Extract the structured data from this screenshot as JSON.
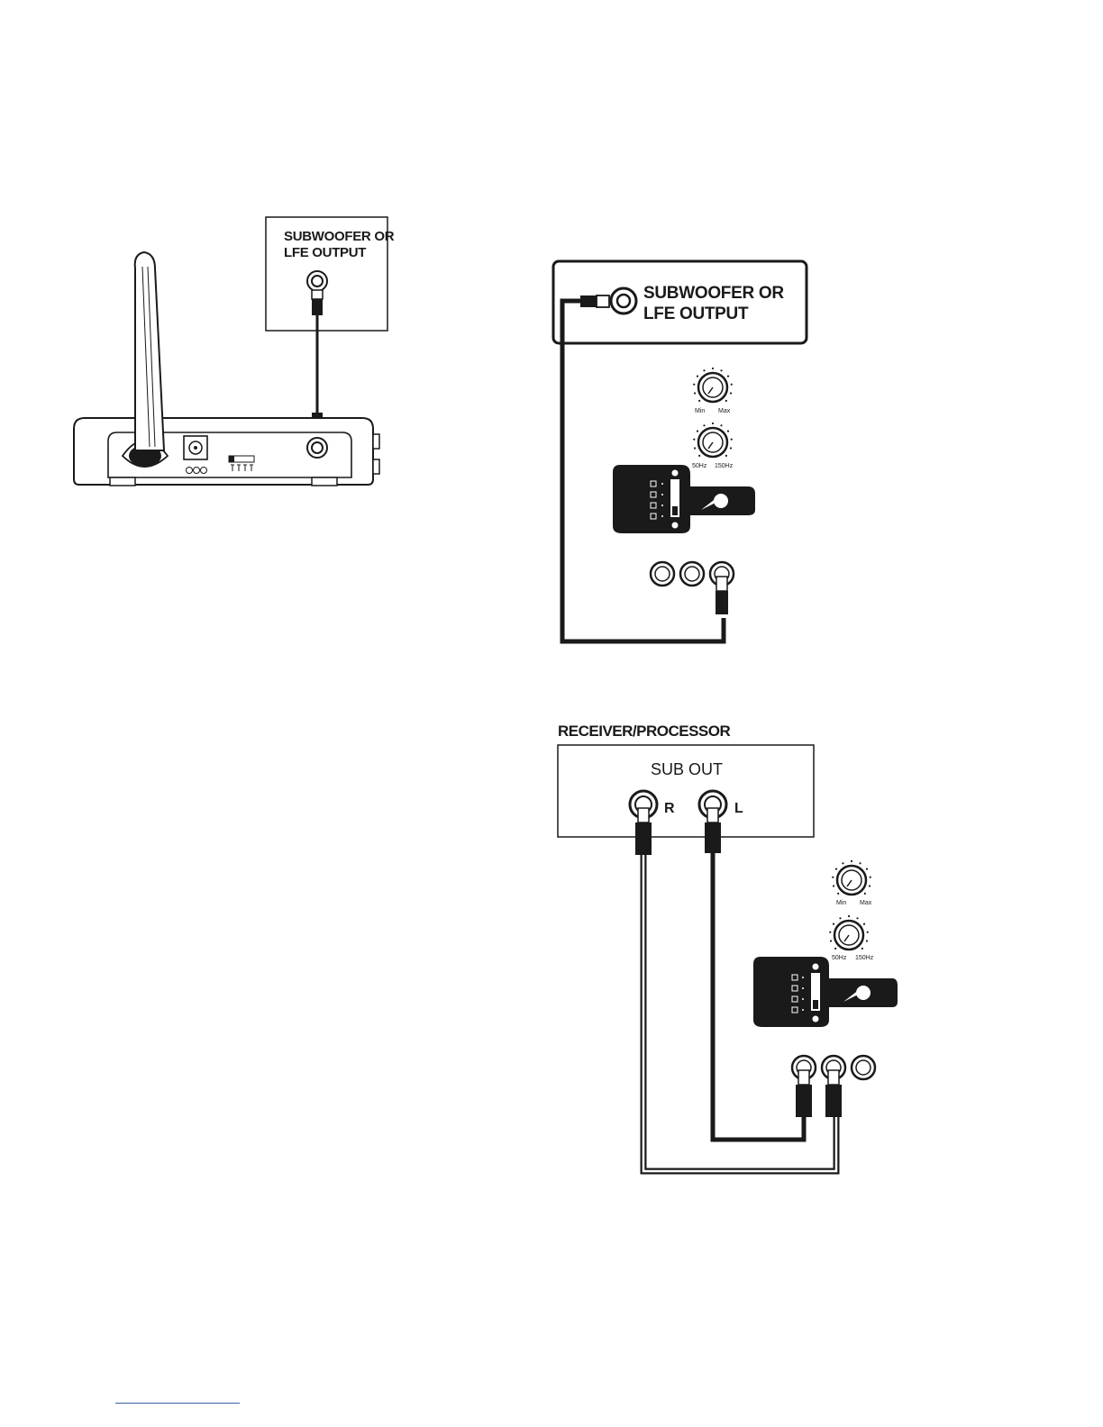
{
  "fig1": {
    "output_label_line1": "SUBWOOFER OR",
    "output_label_line2": "LFE OUTPUT"
  },
  "fig2": {
    "output_label_line1": "SUBWOOFER OR",
    "output_label_line2": "LFE OUTPUT",
    "knob1_min": "Min",
    "knob1_max": "Max",
    "knob2_min": "50Hz",
    "knob2_max": "150Hz"
  },
  "fig3": {
    "receiver_title": "RECEIVER/PROCESSOR",
    "sub_out_label": "SUB OUT",
    "right_label": "R",
    "left_label": "L",
    "knob1_min": "Min",
    "knob1_max": "Max",
    "knob2_min": "50Hz",
    "knob2_max": "150Hz"
  },
  "colors": {
    "ink": "#1a1a1a",
    "footer_line": "#3a5ea8"
  }
}
